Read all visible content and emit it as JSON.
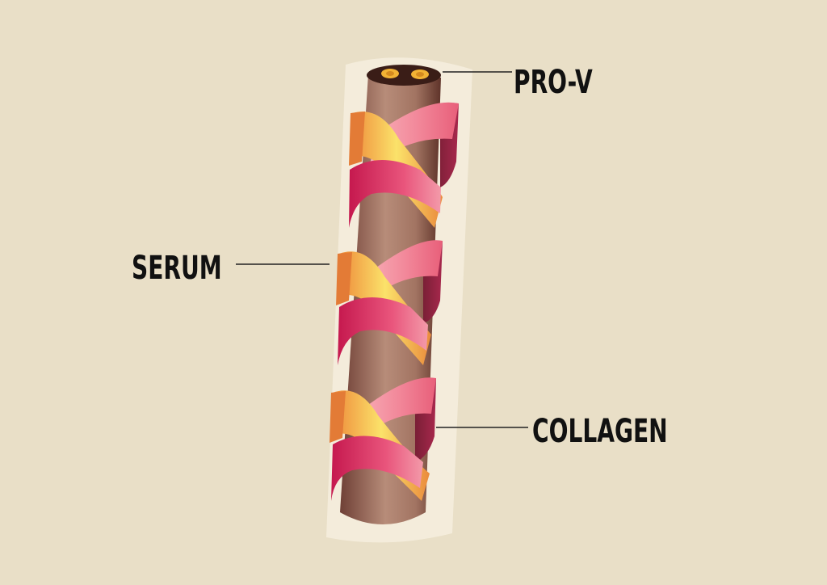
{
  "diagram": {
    "labels": {
      "pro_v": "PRO-V",
      "serum": "SERUM",
      "collagen": "COLLAGEN"
    },
    "colors": {
      "background": "#e9dfc7",
      "serum_sheath": "#f6efde",
      "hair_shaft_dark": "#7b4a3f",
      "hair_shaft_light": "#b48a78",
      "ribbon_gold": "#f4c94b",
      "ribbon_orange": "#ea8a3c",
      "ribbon_pink": "#f28ea0",
      "ribbon_crimson": "#c8184f",
      "core_dot": "#f2b234",
      "leader_line": "#222222"
    }
  }
}
